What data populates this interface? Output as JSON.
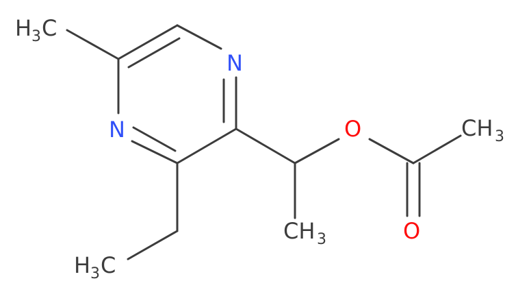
{
  "molecule": {
    "atom_labels": {
      "n_top": "N",
      "n_left": "N",
      "o_ester": "O",
      "o_carbonyl": "O"
    },
    "methyl_groups": {
      "ring_methyl": {
        "main": "H",
        "sub": "3",
        "tail": "C"
      },
      "ethyl_methyl": {
        "main": "H",
        "sub": "3",
        "tail": "C"
      },
      "chain_methyl": {
        "main": "CH",
        "sub": "3"
      },
      "acetyl_methyl": {
        "main": "CH",
        "sub": "3"
      }
    },
    "colors": {
      "carbon": "#3c3c3c",
      "nitrogen": "#3050f8",
      "oxygen": "#ff0d0d"
    }
  }
}
